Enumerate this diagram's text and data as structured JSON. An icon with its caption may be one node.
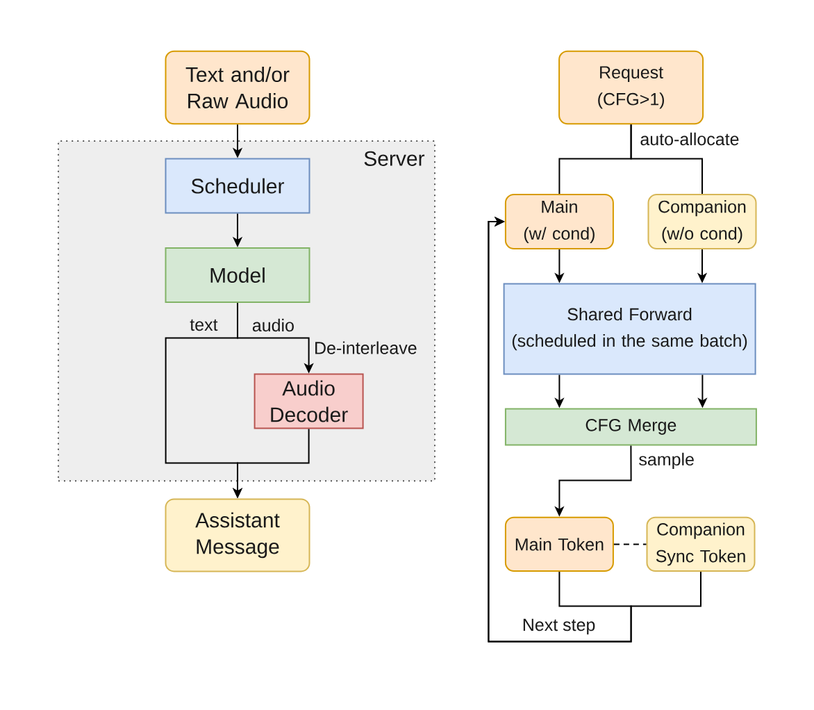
{
  "diagram": {
    "nodes": [
      {
        "text": [
          "Text and/or Raw Audio"
        ]
      },
      {
        "text": [
          "Server"
        ]
      },
      {
        "text": [
          "Scheduler"
        ],
        "in": 1
      },
      {
        "text": [
          "Model"
        ],
        "in": 1
      },
      {
        "text": [
          "Audio Decoder"
        ],
        "in": 1
      },
      {
        "text": [
          "Assistant Message"
        ]
      },
      {
        "text": [
          "Request",
          "(CFG>1)"
        ]
      },
      {
        "text": [
          "Main",
          "(w/ cond)"
        ]
      },
      {
        "text": [
          "Companion",
          "(w/o cond)"
        ]
      },
      {
        "text": [
          "Shared Forward",
          "(scheduled in the same batch)"
        ]
      },
      {
        "text": [
          "CFG Merge"
        ]
      },
      {
        "text": [
          "Main Token"
        ]
      },
      {
        "text": [
          "Companion Sync Token"
        ]
      }
    ],
    "edges": [
      {
        "from": 0,
        "to": 2,
        "arrow": "to"
      },
      {
        "from": 2,
        "to": 3,
        "arrow": "to"
      },
      {
        "from": 3,
        "to": 4,
        "arrow": "to",
        "label": "audio"
      },
      {
        "from": 3,
        "to": 5,
        "arrow": "to",
        "label": "text"
      },
      {
        "from": 4,
        "to": 5,
        "arrow": "to"
      },
      {
        "from": 6,
        "to": 7,
        "arrow": "none",
        "label": "auto-allocate"
      },
      {
        "from": 6,
        "to": 8,
        "arrow": "none"
      },
      {
        "from": 7,
        "to": 9,
        "arrow": "to"
      },
      {
        "from": 8,
        "to": 9,
        "arrow": "to"
      },
      {
        "from": 9,
        "to": 10,
        "arrow": "to"
      },
      {
        "from": 9,
        "to": 10,
        "arrow": "to"
      },
      {
        "from": 10,
        "to": 11,
        "arrow": "to",
        "label": "sample"
      },
      {
        "from": 11,
        "to": 12,
        "arrow": "none",
        "style": "dashed"
      },
      {
        "from": 11,
        "to": 7,
        "arrow": "to",
        "label": "Next step"
      },
      {
        "from": 12,
        "to": 7,
        "arrow": "to"
      }
    ],
    "labels": [
      "De-interleave"
    ]
  }
}
